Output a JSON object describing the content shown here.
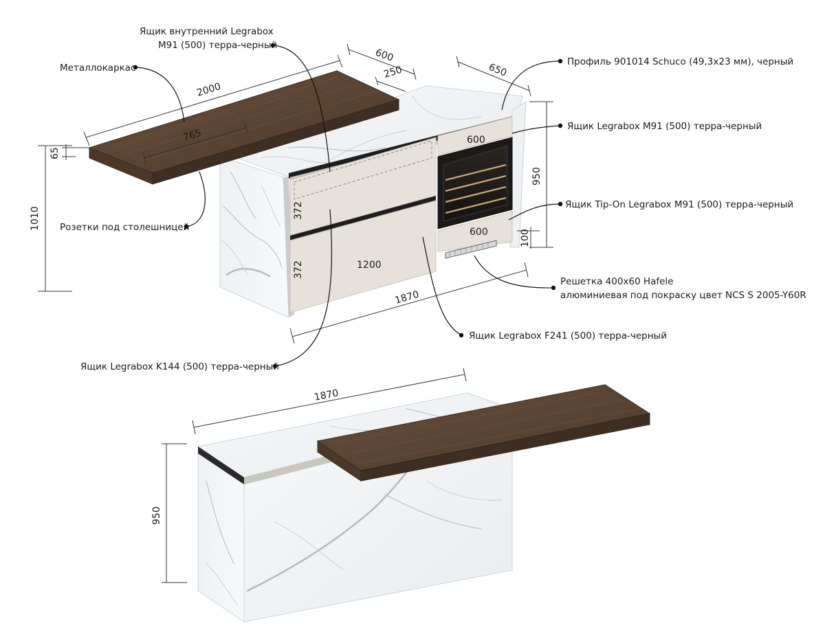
{
  "labels": {
    "drawer_inner": [
      "Ящик внутренний Legrabox",
      "M91 (500) терра-черный"
    ],
    "metal_frame": "Металлокаркас",
    "profile": "Профиль 901014  Schuco (49,3х23 мм), черный",
    "drawer_m91": "Ящик Legrabox M91 (500) терра-черный",
    "drawer_tipon": "Ящик Tip-On Legrabox M91 (500) терра-черный",
    "sockets": "Розетки под столешницей",
    "grille": [
      "Решетка 400х60 Hafele",
      "алюминиевая под покраску цвет NCS S 2005-Y60R"
    ],
    "drawer_f241": "Ящик Legrabox F241 (500) терра-черный",
    "drawer_k144": "Ящик Legrabox K144 (500) терра-черный"
  },
  "dimensions": {
    "countertop_length": "2000",
    "countertop_inner": "765",
    "countertop_depth": "600",
    "countertop_offset": "250",
    "cabinet_depth": "650",
    "thickness": "65",
    "total_height": "1010",
    "cabinet_height": "950",
    "plinth": "100",
    "drawer_width_upper": "600",
    "drawer_width_lower": "600",
    "drawer_height_upper": "372",
    "drawer_height_lower": "372",
    "drawer_width_main": "1200",
    "cabinet_length": "1870",
    "back_length": "1870",
    "back_height": "950"
  },
  "colors": {
    "wood_top": "#5e4736",
    "wood_front": "#4b3829",
    "marble": "#f3f4f6",
    "facade": "#e8e3dc",
    "black": "#1e1e1e"
  }
}
